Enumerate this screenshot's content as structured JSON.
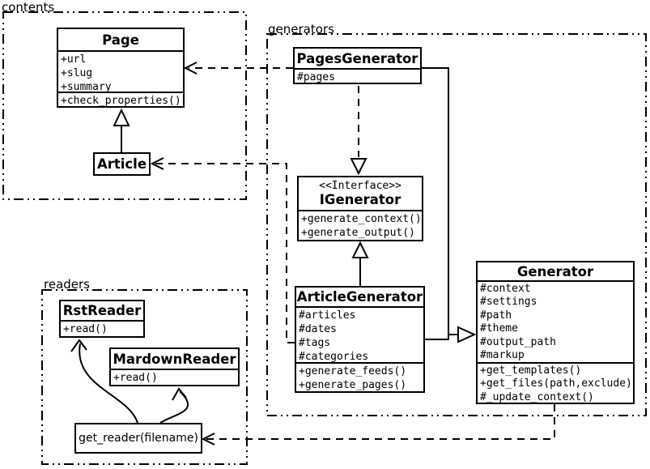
{
  "diagram": {
    "title": "UML class diagram of a static site generator (contents / generators / readers)",
    "colors": {
      "line": "#000000",
      "background": "#ffffff",
      "box_fill": "#ffffff"
    },
    "packages": [
      {
        "id": "contents",
        "label": "contents"
      },
      {
        "id": "generators",
        "label": "generators"
      },
      {
        "id": "readers",
        "label": "readers"
      }
    ],
    "classes": {
      "page": {
        "name": "Page",
        "attrs": [
          "+url",
          "+slug",
          "+summary"
        ],
        "methods": [
          "+check_properties()"
        ]
      },
      "article": {
        "name": "Article"
      },
      "pages_generator": {
        "name": "PagesGenerator",
        "attrs": [
          "#pages"
        ]
      },
      "igenerator": {
        "stereotype": "<<Interface>>",
        "name": "IGenerator",
        "methods": [
          "+generate_context()",
          "+generate_output()"
        ]
      },
      "article_generator": {
        "name": "ArticleGenerator",
        "attrs": [
          "#articles",
          "#dates",
          "#tags",
          "#categories"
        ],
        "methods": [
          "+generate_feeds()",
          "+generate_pages()"
        ]
      },
      "generator": {
        "name": "Generator",
        "attrs": [
          "#context",
          "#settings",
          "#path",
          "#theme",
          "#output_path",
          "#markup"
        ],
        "methods": [
          "+get_templates()",
          "+get_files(path,exclude)",
          "#_update_context()"
        ]
      },
      "rst_reader": {
        "name": "RstReader",
        "methods": [
          "+read()"
        ]
      },
      "mardown_reader": {
        "name": "MardownReader",
        "methods": [
          "+read()"
        ]
      },
      "get_reader": {
        "name": "get_reader(filename)"
      }
    },
    "relationships": [
      {
        "from": "Article",
        "to": "Page",
        "type": "inheritance-solid"
      },
      {
        "from": "PagesGenerator",
        "to": "Page",
        "type": "dependency-dashed"
      },
      {
        "from": "ArticleGenerator",
        "to": "Article",
        "type": "dependency-dashed"
      },
      {
        "from": "PagesGenerator",
        "to": "IGenerator",
        "type": "realization-dashed"
      },
      {
        "from": "ArticleGenerator",
        "to": "IGenerator",
        "type": "inheritance-solid"
      },
      {
        "from": "PagesGenerator",
        "to": "Generator",
        "type": "inheritance-solid"
      },
      {
        "from": "ArticleGenerator",
        "to": "Generator",
        "type": "inheritance-solid"
      },
      {
        "from": "Generator",
        "to": "get_reader(filename)",
        "type": "dependency-dashed"
      },
      {
        "from": "get_reader(filename)",
        "to": "RstReader",
        "type": "arrow-curved"
      },
      {
        "from": "get_reader(filename)",
        "to": "MardownReader",
        "type": "arrow-curved"
      }
    ]
  }
}
